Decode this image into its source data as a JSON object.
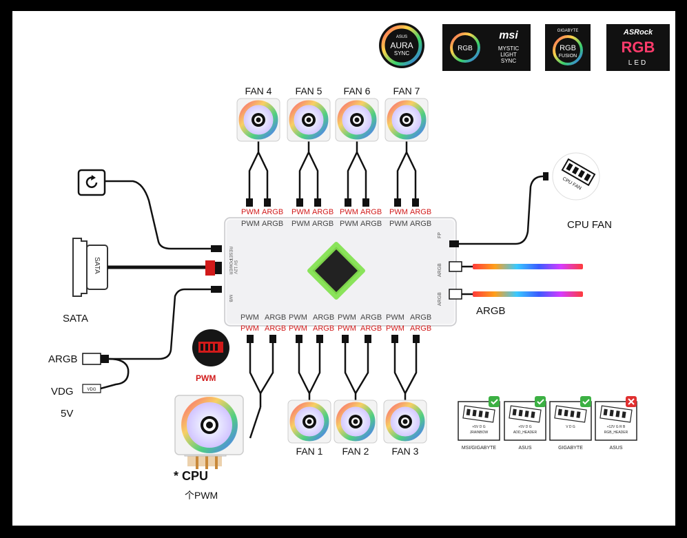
{
  "logos": {
    "asus_top": "ASUS",
    "asus_main": "AURA",
    "asus_sub": "SYNC",
    "msi_rgb": "RGB",
    "msi_brand": "msi",
    "msi_line1": "MYSTIC",
    "msi_line2": "LIGHT",
    "msi_line3": "SYNC",
    "gigabyte_brand": "GIGABYTE",
    "gigabyte_rgb": "RGB",
    "gigabyte_fusion": "FUSION",
    "asrock_brand": "ASRock",
    "asrock_rgb": "RGB",
    "asrock_led": "LED"
  },
  "top_fans": [
    "FAN 4",
    "FAN 5",
    "FAN 6",
    "FAN 7"
  ],
  "bottom_fans": [
    "FAN 1",
    "FAN 2",
    "FAN 3"
  ],
  "connector_labels": {
    "pwm": "PWM",
    "argb": "ARGB"
  },
  "hub": {
    "left_reset": "RESET",
    "left_power": "POWER",
    "left_power_v": "5V 12V",
    "left_mb": "M/B",
    "right_fp": "FP",
    "right_argb_1": "ARGB",
    "right_argb_2": "ARGB"
  },
  "left_labels": {
    "sata_label": "SATA",
    "sata_connector": "SATA",
    "argb": "ARGB",
    "vdg": "VDG",
    "vdg_plug": "VDG",
    "five_v": "5V",
    "pwm": "PWM"
  },
  "right_labels": {
    "cpu_fan": "CPU FAN",
    "cpu_fan_icon": "CPU FAN",
    "argb": "ARGB"
  },
  "cpu": {
    "title": "* CPU",
    "sub": "个PWM"
  },
  "compat": [
    {
      "name": "MSI/GIGABYTE",
      "pins": "+5V D G",
      "tag": "JRAINBOW",
      "status": "ok"
    },
    {
      "name": "ASUS",
      "pins": "+5V D G",
      "tag": "ADD_HEADER",
      "status": "ok"
    },
    {
      "name": "GIGABYTE",
      "pins": "V D G",
      "tag": "",
      "status": "ok"
    },
    {
      "name": "ASUS",
      "pins": "+12V G R B",
      "tag": "RGB_HEADER",
      "status": "no"
    }
  ],
  "colors": {
    "red": "#d11a1a",
    "ok": "#3cb043",
    "no": "#e03030"
  }
}
